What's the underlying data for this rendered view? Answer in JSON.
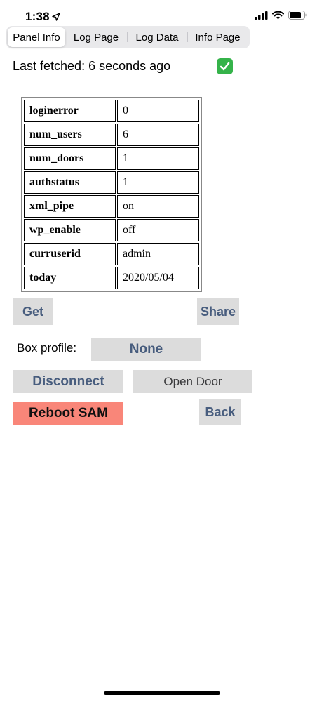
{
  "status_bar": {
    "time": "1:38"
  },
  "tabs": [
    {
      "label": "Panel Info",
      "active": true
    },
    {
      "label": "Log Page",
      "active": false
    },
    {
      "label": "Log Data",
      "active": false
    },
    {
      "label": "Info Page",
      "active": false
    }
  ],
  "fetched": {
    "text": "Last fetched: 6 seconds ago",
    "status_icon": "check-mark-icon",
    "status_color": "#35b34a"
  },
  "table": {
    "rows": [
      {
        "key": "loginerror",
        "value": "0"
      },
      {
        "key": "num_users",
        "value": "6"
      },
      {
        "key": "num_doors",
        "value": "1"
      },
      {
        "key": "authstatus",
        "value": "1"
      },
      {
        "key": "xml_pipe",
        "value": "on"
      },
      {
        "key": "wp_enable",
        "value": "off"
      },
      {
        "key": "curruserid",
        "value": "admin"
      },
      {
        "key": "today",
        "value": "2020/05/04"
      }
    ]
  },
  "buttons": {
    "get": "Get",
    "share": "Share",
    "box_profile_label": "Box profile:",
    "box_profile_value": "None",
    "disconnect": "Disconnect",
    "open_door": "Open Door",
    "reboot": "Reboot SAM",
    "back": "Back"
  },
  "colors": {
    "button_bg": "#dcdcdc",
    "button_text": "#485d7e",
    "reboot_bg": "#f98679"
  }
}
